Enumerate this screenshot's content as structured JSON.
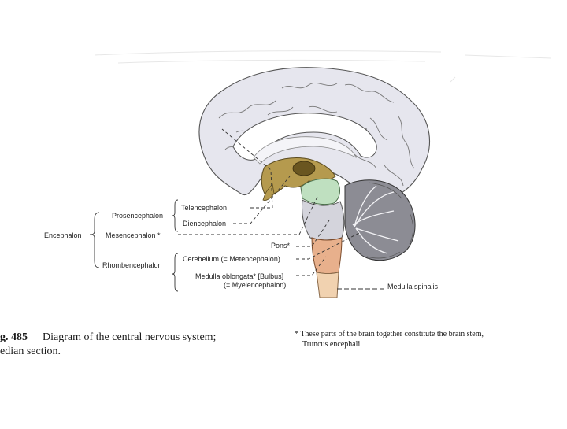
{
  "labels": {
    "encephalon": "Encephalon",
    "prosencephalon": "Prosencephalon",
    "mesencephalon": "Mesencephalon *",
    "rhombencephalon": "Rhombencephalon",
    "telencephalon": "Telencephalon",
    "diencephalon": "Diencephalon",
    "pons": "Pons*",
    "cerebellum": "Cerebellum (= Metencephalon)",
    "medulla_oblongata": "Medulla oblongata* [Bulbus]",
    "myelencephalon": "(= Myelencephalon)",
    "medulla_spinalis": "Medulla spinalis"
  },
  "caption": {
    "fig_number": "g. 485",
    "title_line1": "Diagram of the central nervous system;",
    "title_line2": "edian section.",
    "footnote_line1": "* These parts of the brain together constitute the brain stem,",
    "footnote_line2": "Truncus encephali."
  },
  "colors": {
    "cerebrum": "#e6e6ee",
    "diencephalon": "#b59a4e",
    "mesencephalon": "#bfe0c0",
    "pons": "#d4d4dc",
    "cerebellum": "#8c8c94",
    "medulla": "#e8b08c",
    "spinal_cord": "#f1d2b0"
  }
}
